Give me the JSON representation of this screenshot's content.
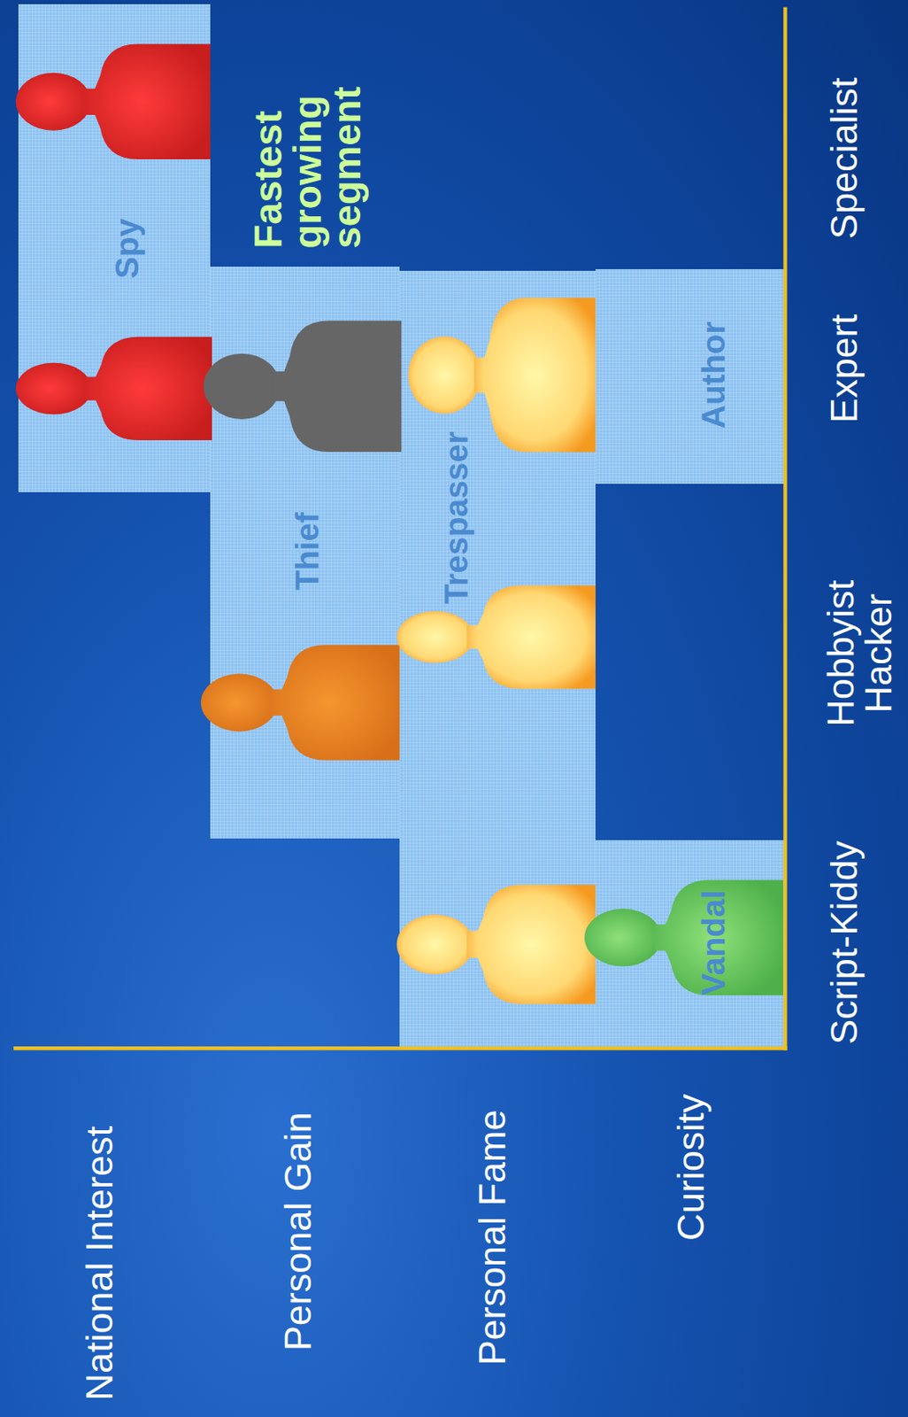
{
  "diagram": {
    "nodes": [
      {
        "text": [
          "Spy"
        ]
      },
      {
        "text": [
          "Thief"
        ]
      },
      {
        "text": [
          "Trespasser"
        ]
      },
      {
        "text": [
          "Vandal"
        ]
      },
      {
        "text": [
          "Author"
        ]
      }
    ],
    "labels": [
      "National Interest",
      "Personal Gain",
      "Personal Fame",
      "Curiosity",
      "Script-Kiddy",
      "Hobbyist Hacker",
      "Expert",
      "Specialist",
      "Fastest growing segment"
    ]
  }
}
